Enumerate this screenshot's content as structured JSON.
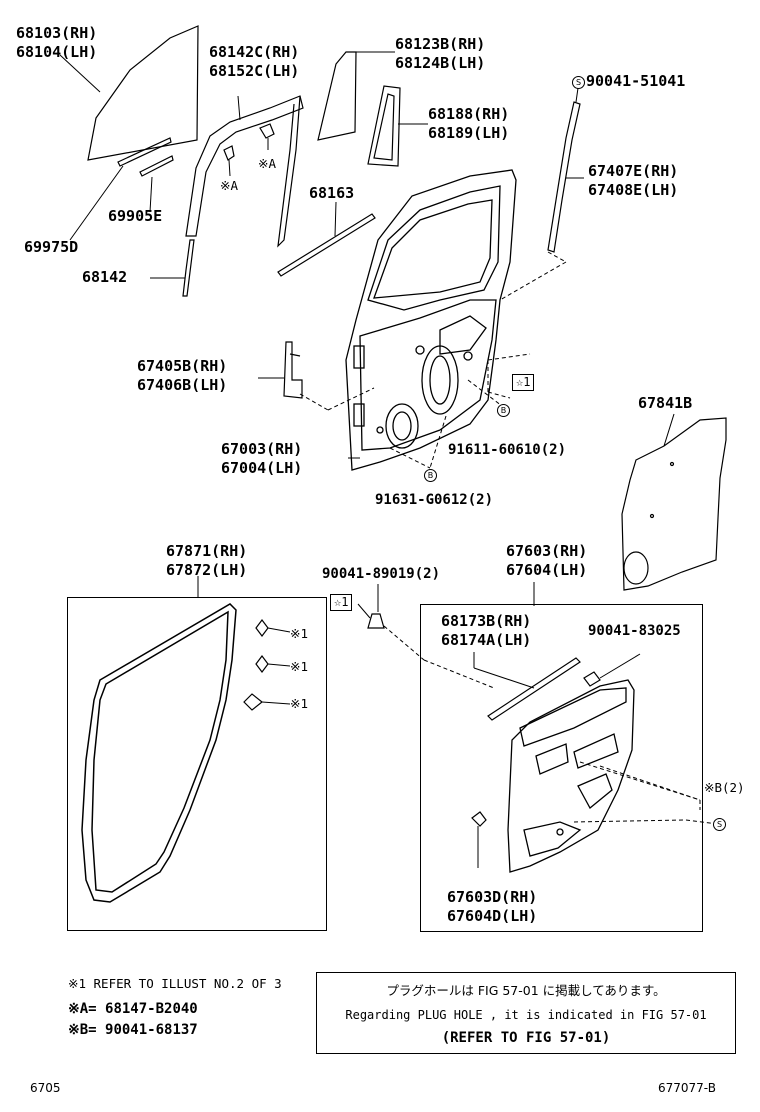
{
  "labels": {
    "p68103": "68103(RH)",
    "p68104": "68104(LH)",
    "p68142C": "68142C(RH)",
    "p68152C": "68152C(LH)",
    "p68123B": "68123B(RH)",
    "p68124B": "68124B(LH)",
    "p90041_51041": "90041-51041",
    "p68188": "68188(RH)",
    "p68189": "68189(LH)",
    "p69905E": "69905E",
    "p69975D": "69975D",
    "p68163": "68163",
    "p67407E": "67407E(RH)",
    "p67408E": "67408E(LH)",
    "p68142": "68142",
    "p67405B": "67405B(RH)",
    "p67406B": "67406B(LH)",
    "p67841B": "67841B",
    "p91611": "91611-60610(2)",
    "p67003": "67003(RH)",
    "p67004": "67004(LH)",
    "p91631": "91631-G0612(2)",
    "p67871": "67871(RH)",
    "p67872": "67872(LH)",
    "p90041_89019": "90041-89019(2)",
    "p67603": "67603(RH)",
    "p67604": "67604(LH)",
    "p68173B": "68173B(RH)",
    "p68174A": "68174A(LH)",
    "p90041_83025": "90041-83025",
    "p67603D": "67603D(RH)",
    "p67604D": "67604D(LH)"
  },
  "marks": {
    "kome_a": "※A",
    "kome_1": "※1",
    "kome_b2": "※B(2)",
    "star1": "☆1",
    "circle_s": "S",
    "circle_b": "B"
  },
  "notes": {
    "n1": "※1 REFER TO ILLUST NO.2 OF 3",
    "nA": "※A= 68147-B2040",
    "nB": "※B= 90041-68137"
  },
  "refbox": {
    "jp": "プラグホールは FIG 57-01 に掲載してあります。",
    "en": "Regarding PLUG HOLE , it is indicated in FIG 57-01",
    "refer": "(REFER TO FIG 57-01)"
  },
  "footer": {
    "left": "6705",
    "right": "677077-B"
  }
}
